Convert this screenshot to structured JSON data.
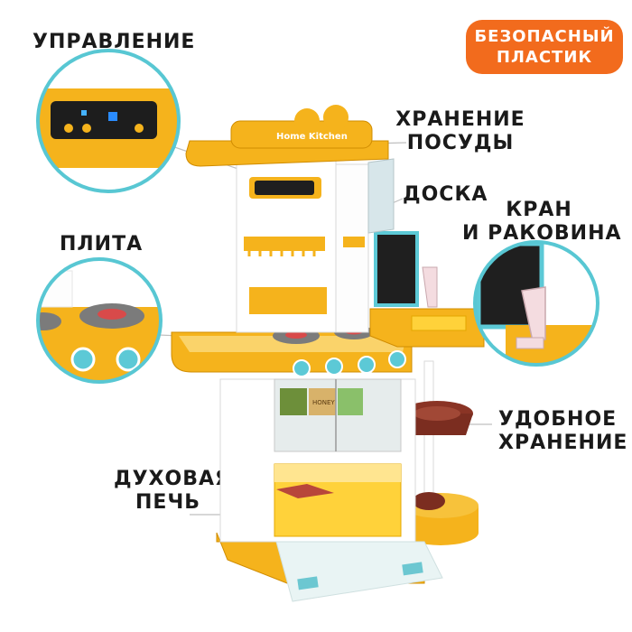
{
  "badge": {
    "line1": "БЕЗОПАСНЫЙ",
    "line2": "ПЛАСТИК"
  },
  "labels": {
    "controls": "УПРАВЛЕНИЕ",
    "dish_storage_1": "ХРАНЕНИЕ",
    "dish_storage_2": "ПОСУДЫ",
    "board": "ДОСКА",
    "faucet_1": "КРАН",
    "faucet_2": "И РАКОВИНА",
    "stove": "ПЛИТА",
    "storage_1": "УДОБНОЕ",
    "storage_2": "ХРАНЕНИЕ",
    "oven_1": "ДУХОВАЯ",
    "oven_2": "ПЕЧЬ"
  },
  "product": {
    "brand_plate": "Home Kitchen",
    "honey_box": "HONEY"
  },
  "colors": {
    "accent": "#f26b1d",
    "body": "#f5b31c",
    "trim": "#ffffff",
    "knob": "#5cc9d6",
    "ring": "#58c7d3"
  }
}
